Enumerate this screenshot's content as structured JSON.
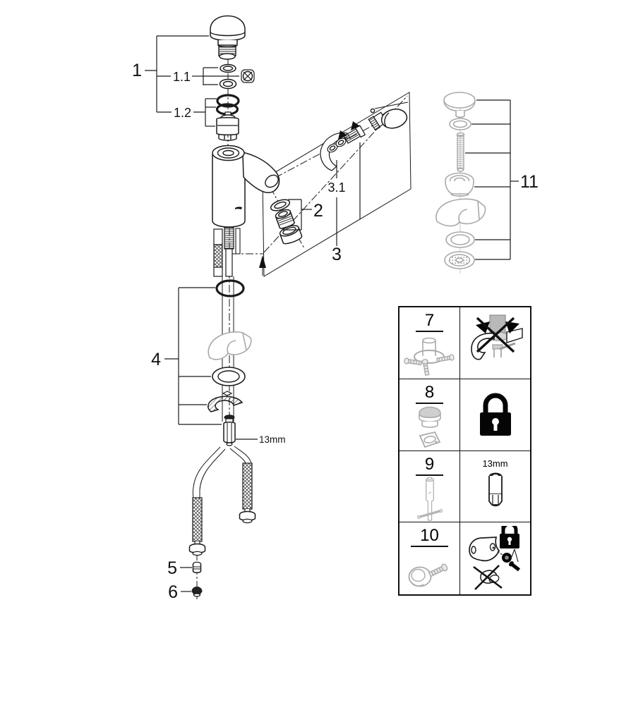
{
  "document": {
    "type": "faucet-exploded-parts-diagram",
    "background": "#ffffff"
  },
  "colors": {
    "line": "#1a1a1a",
    "reference_gray": "#a9a9a9",
    "lock_black": "#050505",
    "background": "#ffffff"
  },
  "diagram": {
    "callouts": {
      "part1": "1",
      "part1_1": "1.1",
      "part1_2": "1.2",
      "part2": "2",
      "part3": "3",
      "part3_1": "3.1",
      "part4": "4",
      "part5": "5",
      "part6": "6",
      "part11": "11",
      "nut_size": "13mm"
    },
    "groups": [
      {
        "id": "1",
        "desc": "handle knob with sub-parts 1.1 washers/retainer and 1.2 o-rings/cartridge"
      },
      {
        "id": "2",
        "desc": "aerator assembly: seal washer, mousseur insert, aerator shell"
      },
      {
        "id": "3",
        "desc": "side lever assembly on mounting plane, sub-part 3.1 elbow with seals"
      },
      {
        "id": "4",
        "desc": "mounting set: o-ring, wedge, washer, horseshoe bracket, 13mm stud"
      },
      {
        "id": "5",
        "desc": "filter adapter"
      },
      {
        "id": "6",
        "desc": "cap nut"
      },
      {
        "id": "11",
        "desc": "drain set: plug cap, ring, screw rod, flange, wedge, ring, strainer"
      }
    ]
  },
  "legend_table": {
    "rows": [
      {
        "number": "7",
        "left_icon": "mounting-bracket-with-screws",
        "right_icon": "no-twist-warning-crossed-arrows"
      },
      {
        "number": "8",
        "left_icon": "plug-and-retainer-clip",
        "right_icon": "padlock-locked"
      },
      {
        "number": "9",
        "left_icon": "socket-wrench-tool",
        "right_icon": "socket-bit-13mm",
        "tool_size": "13mm"
      },
      {
        "number": "10",
        "left_icon": "cover-cap-and-screw",
        "right_icon": "grommet-screw-padlock-crossed-part"
      }
    ]
  }
}
